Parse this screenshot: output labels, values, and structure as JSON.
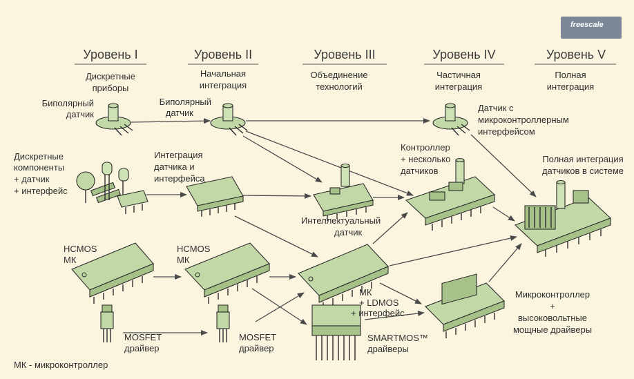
{
  "logo": "freescale",
  "levels": [
    "Уровень I",
    "Уровень II",
    "Уровень III",
    "Уровень IV",
    "Уровень V"
  ],
  "level_desc": [
    [
      "Дискретные",
      "приборы"
    ],
    [
      "Начальная",
      "интеграция"
    ],
    [
      "Объединение",
      "технологий"
    ],
    [
      "Частичная",
      "интеграция"
    ],
    [
      "Полная",
      "интеграция"
    ]
  ],
  "labels": {
    "bipolar1": [
      "Биполярный",
      "датчик"
    ],
    "bipolar2": [
      "Биполярный",
      "датчик"
    ],
    "sensor_mcu_iface": [
      "Датчик с",
      "микроконтроллерным",
      "интерфейсом"
    ],
    "discrete": [
      "Дискретные",
      "компоненты",
      "+ датчик",
      "+ интерфейс"
    ],
    "integr_sensor": [
      "Интеграция",
      "датчика и",
      "интерфейса"
    ],
    "smart_sensor": [
      "Интеллектуальный",
      "датчик"
    ],
    "controller_multi": [
      "Контроллер",
      "+ несколько",
      "датчиков"
    ],
    "full_integr": [
      "Полная интеграция",
      "датчиков в системе"
    ],
    "hcmos1": [
      "HCMOS",
      "МК"
    ],
    "hcmos2": [
      "HCMOS",
      "МК"
    ],
    "mk_ldmos": [
      "МК",
      "+ LDMOS",
      "+ интерфейс"
    ],
    "mcu_hv": [
      "Микроконтроллер",
      "+",
      "высоковольтные",
      "мощные драйверы"
    ],
    "mosfet1": [
      "MOSFET",
      "драйвер"
    ],
    "mosfet2": [
      "MOSFET",
      "драйвер"
    ],
    "smartmos": [
      "SMARTMOS™",
      "драйверы"
    ]
  },
  "footnote": "МК - микроконтроллер"
}
